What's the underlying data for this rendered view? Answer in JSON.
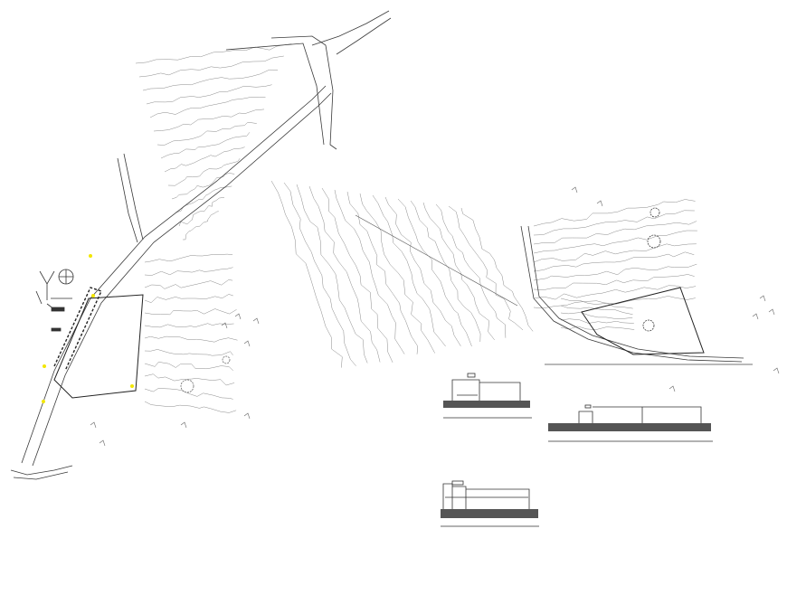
{
  "drawing": {
    "background": "#ffffff",
    "line_color": "#3a3a3a",
    "contour_color": "#8a8a8a",
    "accent_color": "#f2e600",
    "views": [
      {
        "id": "site-plan-left",
        "kind": "plan"
      },
      {
        "id": "site-plan-right",
        "kind": "plan"
      },
      {
        "id": "section-a",
        "kind": "section"
      },
      {
        "id": "section-b",
        "kind": "section"
      },
      {
        "id": "section-c",
        "kind": "section"
      }
    ],
    "symbols": [
      {
        "id": "north-arrow",
        "icon": "north-arrow-icon"
      },
      {
        "id": "compass-rose",
        "icon": "compass-circle-icon"
      }
    ]
  }
}
